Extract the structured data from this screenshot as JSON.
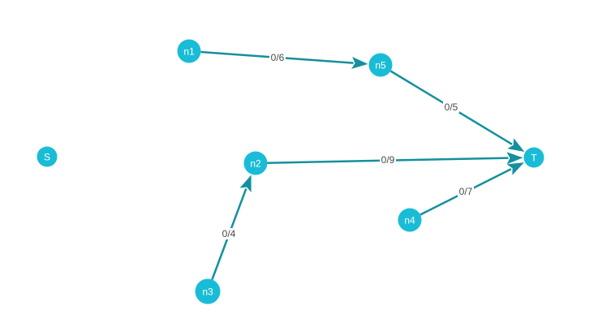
{
  "diagram": {
    "colors": {
      "node_fill": "#19bcd6",
      "edge": "#14909e",
      "node_text": "#ffffff",
      "edge_label_text": "#4a4a4a",
      "background": "#ffffff"
    },
    "nodes": [
      {
        "id": "S",
        "label": "S"
      },
      {
        "id": "n1",
        "label": "n1"
      },
      {
        "id": "n2",
        "label": "n2"
      },
      {
        "id": "n3",
        "label": "n3"
      },
      {
        "id": "n4",
        "label": "n4"
      },
      {
        "id": "n5",
        "label": "n5"
      },
      {
        "id": "T",
        "label": "T"
      }
    ],
    "edges": [
      {
        "from": "n1",
        "to": "n5",
        "label": "0/6"
      },
      {
        "from": "n5",
        "to": "T",
        "label": "0/5"
      },
      {
        "from": "n2",
        "to": "T",
        "label": "0/9"
      },
      {
        "from": "n4",
        "to": "T",
        "label": "0/7"
      },
      {
        "from": "n3",
        "to": "n2",
        "label": "0/4"
      }
    ]
  }
}
